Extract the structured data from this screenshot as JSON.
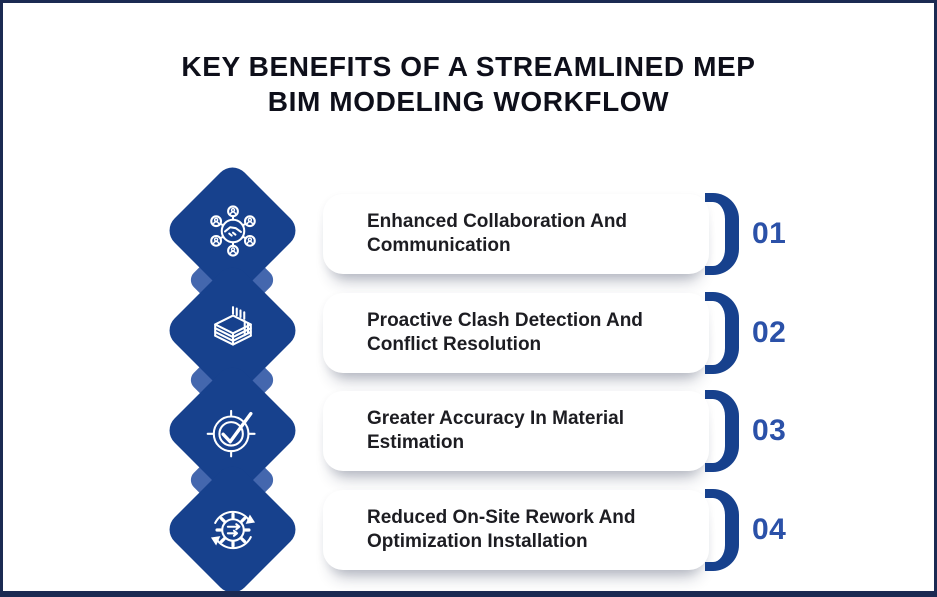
{
  "title": {
    "line1": "KEY BENEFITS OF A STREAMLINED MEP",
    "line2": "BIM MODELING WORKFLOW"
  },
  "benefits": [
    {
      "number": "01",
      "label": "Enhanced Collaboration And Communication",
      "icon": "collaboration-network-icon"
    },
    {
      "number": "02",
      "label": "Proactive Clash Detection And Conflict Resolution",
      "icon": "bim-model-stack-icon"
    },
    {
      "number": "03",
      "label": "Greater Accuracy In Material Estimation",
      "icon": "target-checkmark-icon"
    },
    {
      "number": "04",
      "label": "Reduced On-Site Rework And Optimization Installation",
      "icon": "gear-sync-icon"
    }
  ],
  "colors": {
    "primary_blue": "#17418D",
    "connector_diamond_blue": "#4467AE",
    "number_blue": "#2B51A8",
    "frame_border_navy": "#1B2A52",
    "title_text": "#0E0F1A",
    "label_text": "#1D1D22",
    "background": "#FFFFFF"
  }
}
